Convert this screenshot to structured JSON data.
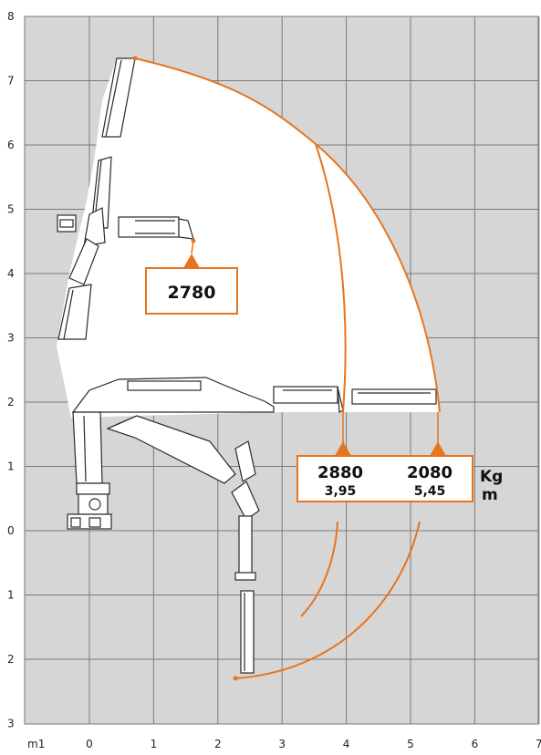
{
  "colors": {
    "background": "#ffffff",
    "grid_fill": "#d6d6d6",
    "grid_line": "#7a7a7a",
    "accent": "#e8741e",
    "crane_outline": "#2a2a2a",
    "envelope_fill": "#ffffff"
  },
  "axes": {
    "x_unit_label": "m1",
    "x_ticks": [
      "0",
      "1",
      "2",
      "3",
      "4",
      "5",
      "6",
      "7"
    ],
    "y_ticks_top": [
      "8",
      "7",
      "6",
      "5",
      "4",
      "3",
      "2",
      "1",
      "0"
    ],
    "y_ticks_bottom": [
      "1",
      "2",
      "3"
    ]
  },
  "loads": {
    "top_box": {
      "kg": "2780"
    },
    "box_a": {
      "kg": "2880",
      "m": "3,95"
    },
    "box_b": {
      "kg": "2080",
      "m": "5,45"
    }
  },
  "units": {
    "kg": "Kg",
    "m": "m"
  },
  "icons": {
    "crane": "crane-boom-icon",
    "marker": "triangle-pointer-icon"
  }
}
